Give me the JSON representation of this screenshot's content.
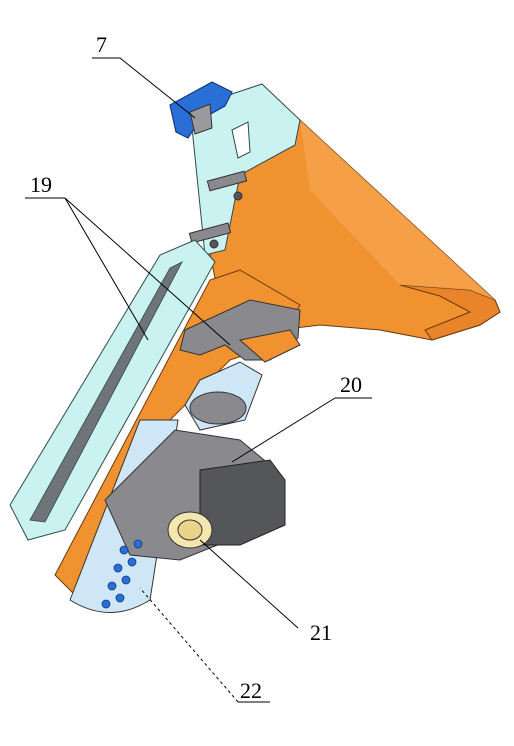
{
  "labels": {
    "l7": "7",
    "l19": "19",
    "l20": "20",
    "l21": "21",
    "l22": "22"
  },
  "colors": {
    "orange": "#f0922f",
    "orange_dark": "#d9781d",
    "light_cyan": "#c9f2f0",
    "gray": "#8a8a8e",
    "gray_dark": "#55565a",
    "blue": "#2a6fd6",
    "cylinder": "#cfe6f6"
  }
}
